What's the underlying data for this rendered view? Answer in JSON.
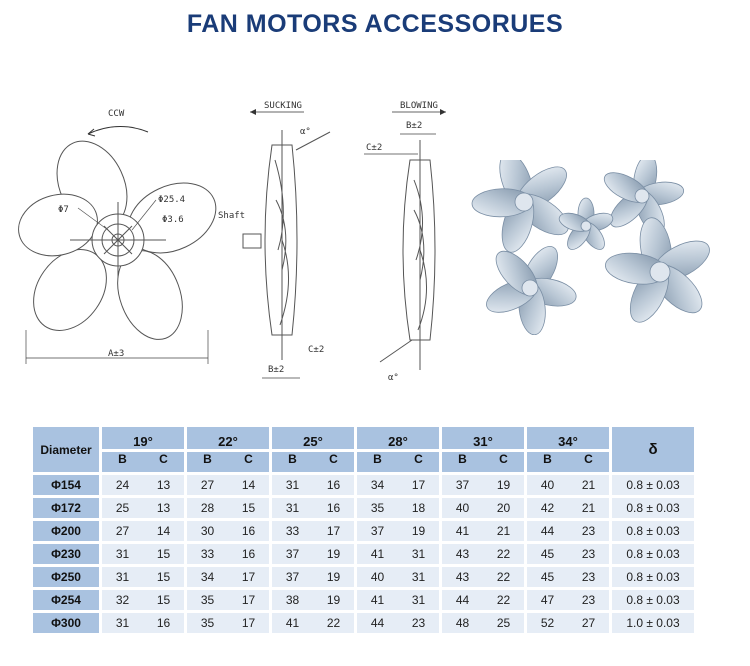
{
  "title": "FAN MOTORS ACCESSORUES",
  "drawing": {
    "rotation": "CCW",
    "hole_small": "Φ7",
    "hub_outer": "Φ25.4",
    "hub_inner": "Φ3.6",
    "width_dim": "A±3",
    "shaft": "Shaft",
    "sucking": "SUCKING",
    "blowing": "BLOWING",
    "b_tol": "B±2",
    "c_tol": "C±2",
    "angle": "α°"
  },
  "table": {
    "diameter_header": "Diameter",
    "delta_header": "δ",
    "b_label": "B",
    "c_label": "C",
    "angles": [
      "19°",
      "22°",
      "25°",
      "28°",
      "31°",
      "34°"
    ],
    "rows": [
      {
        "d": "Φ154",
        "v": [
          "24",
          "13",
          "27",
          "14",
          "31",
          "16",
          "34",
          "17",
          "37",
          "19",
          "40",
          "21"
        ],
        "delta": "0.8 ± 0.03"
      },
      {
        "d": "Φ172",
        "v": [
          "25",
          "13",
          "28",
          "15",
          "31",
          "16",
          "35",
          "18",
          "40",
          "20",
          "42",
          "21"
        ],
        "delta": "0.8 ± 0.03"
      },
      {
        "d": "Φ200",
        "v": [
          "27",
          "14",
          "30",
          "16",
          "33",
          "17",
          "37",
          "19",
          "41",
          "21",
          "44",
          "23"
        ],
        "delta": "0.8 ± 0.03"
      },
      {
        "d": "Φ230",
        "v": [
          "31",
          "15",
          "33",
          "16",
          "37",
          "19",
          "41",
          "31",
          "43",
          "22",
          "45",
          "23"
        ],
        "delta": "0.8 ± 0.03"
      },
      {
        "d": "Φ250",
        "v": [
          "31",
          "15",
          "34",
          "17",
          "37",
          "19",
          "40",
          "31",
          "43",
          "22",
          "45",
          "23"
        ],
        "delta": "0.8 ± 0.03"
      },
      {
        "d": "Φ254",
        "v": [
          "32",
          "15",
          "35",
          "17",
          "38",
          "19",
          "41",
          "31",
          "44",
          "22",
          "47",
          "23"
        ],
        "delta": "0.8 ± 0.03"
      },
      {
        "d": "Φ300",
        "v": [
          "31",
          "16",
          "35",
          "17",
          "41",
          "22",
          "44",
          "23",
          "48",
          "25",
          "52",
          "27"
        ],
        "delta": "1.0 ± 0.03"
      }
    ]
  },
  "colors": {
    "title": "#1a3c78",
    "header_bg": "#a9c2e0",
    "cell_bg": "#e6edf6"
  }
}
